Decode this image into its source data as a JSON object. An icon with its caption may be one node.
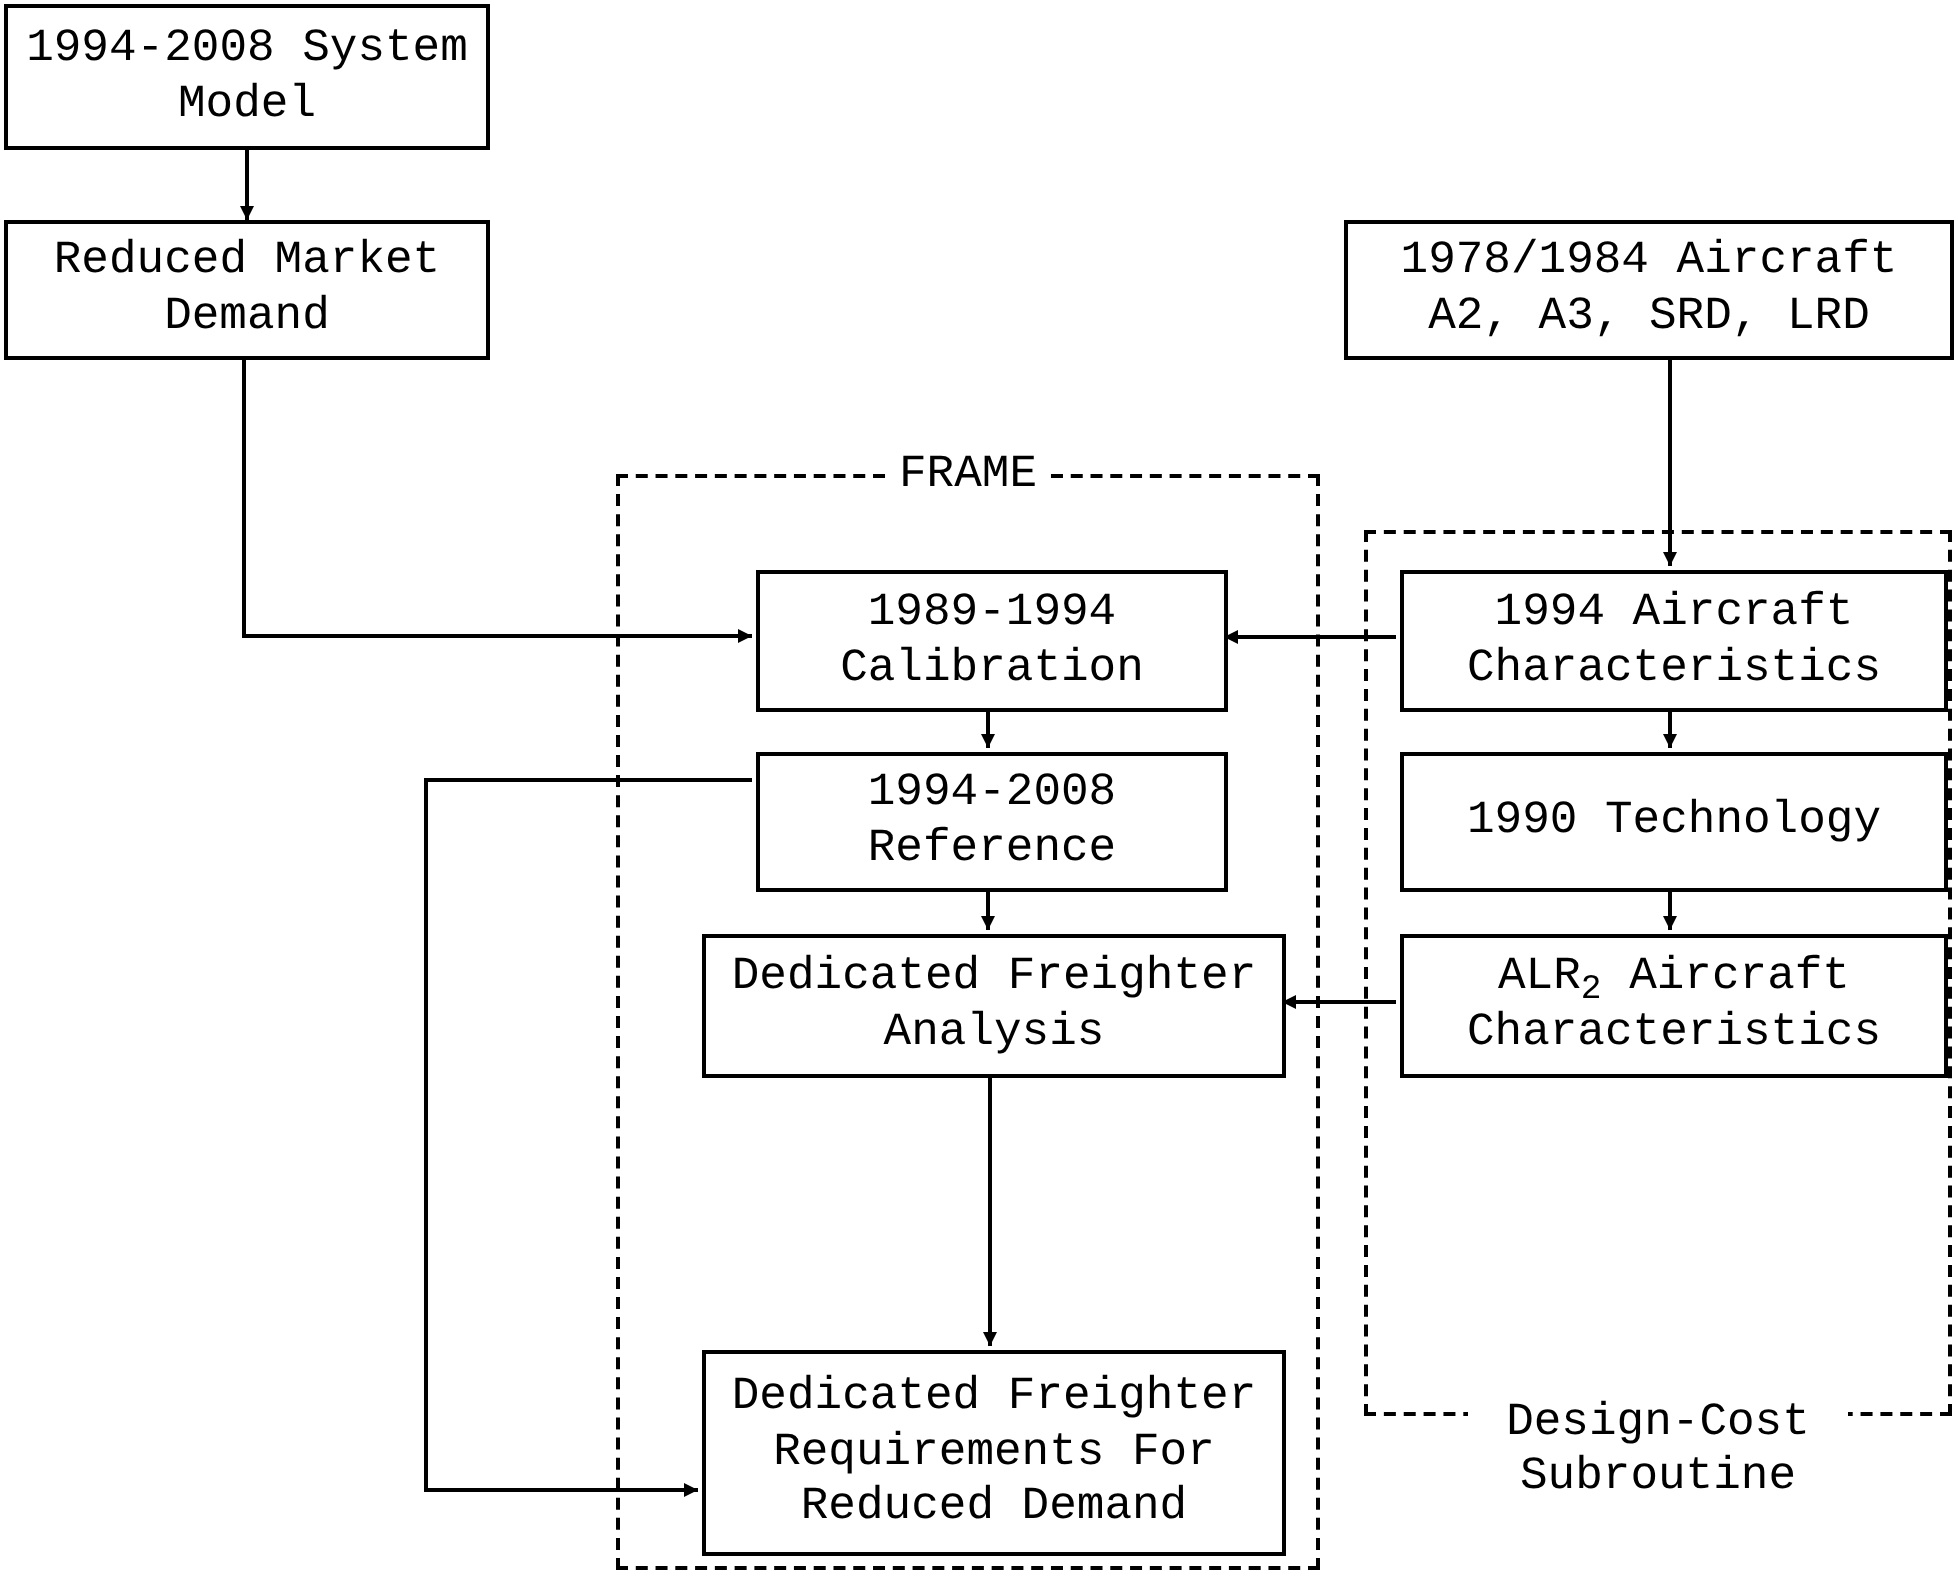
{
  "diagram": {
    "nodes": [
      {
        "text": [
          "1994-2008 System Model"
        ]
      },
      {
        "text": [
          "Reduced Market Demand"
        ]
      },
      {
        "text": [
          "1978/1984 Aircraft A2, A3, SRD, LRD"
        ]
      },
      {
        "text": [
          "FRAME"
        ]
      },
      {
        "text": [
          "1989-1994 Calibration"
        ],
        "in": 3
      },
      {
        "text": [
          "1994-2008 Reference"
        ],
        "in": 3
      },
      {
        "text": [
          "Dedicated Freighter Analysis"
        ],
        "in": 3
      },
      {
        "text": [
          "Dedicated Freighter Requirements For Reduced Demand"
        ],
        "in": 3
      },
      {
        "text": [
          "Design-Cost Subroutine"
        ]
      },
      {
        "text": [
          "1994 Aircraft Characteristics"
        ],
        "in": 8
      },
      {
        "text": [
          "1990 Technology"
        ],
        "in": 8
      },
      {
        "text": [
          "ALR$_{2}$ Aircraft Characteristics"
        ],
        "in": 8
      }
    ],
    "edges": [
      {
        "from": 0,
        "to": 1,
        "arrow": "to"
      },
      {
        "from": 1,
        "to": 4,
        "arrow": "to"
      },
      {
        "from": 2,
        "to": 9,
        "arrow": "to"
      },
      {
        "from": 9,
        "to": 4,
        "arrow": "to"
      },
      {
        "from": 4,
        "to": 5,
        "arrow": "to"
      },
      {
        "from": 5,
        "to": 6,
        "arrow": "to"
      },
      {
        "from": 9,
        "to": 10,
        "arrow": "to"
      },
      {
        "from": 10,
        "to": 11,
        "arrow": "to"
      },
      {
        "from": 11,
        "to": 6,
        "arrow": "to"
      },
      {
        "from": 6,
        "to": 7,
        "arrow": "to"
      },
      {
        "from": 5,
        "to": 7,
        "arrow": "to"
      }
    ]
  }
}
